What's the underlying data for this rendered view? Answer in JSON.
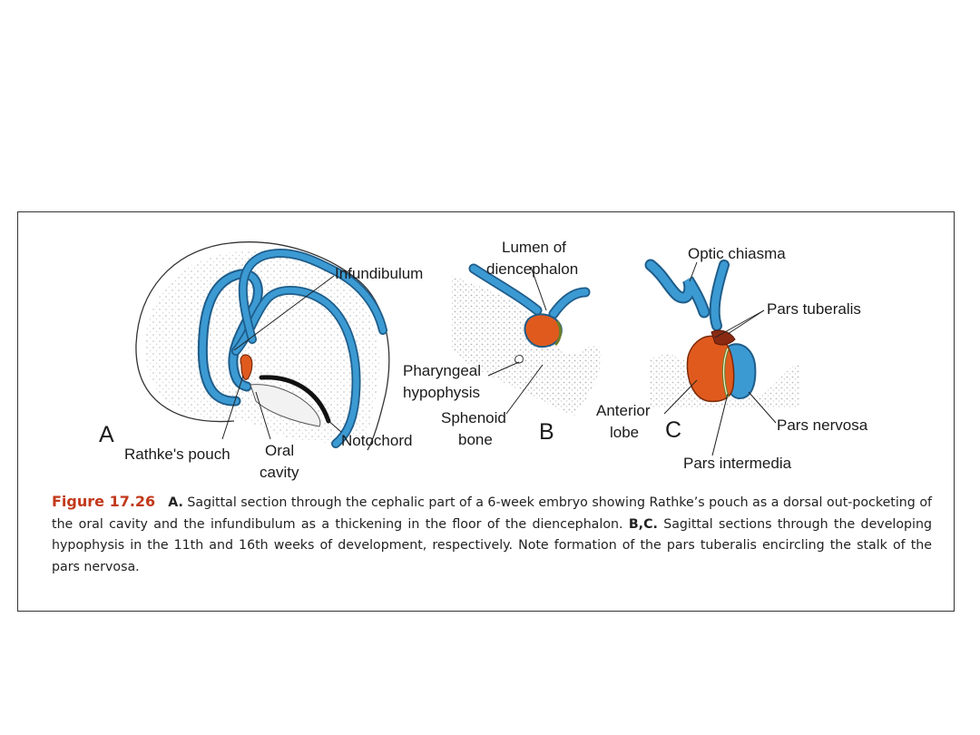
{
  "figure": {
    "labels": {
      "infundibulum": "Infundibulum",
      "rathkes_pouch": "Rathke's pouch",
      "oral_cavity_1": "Oral",
      "oral_cavity_2": "cavity",
      "notochord": "Notochord",
      "lumen_1": "Lumen of",
      "lumen_2": "diencephalon",
      "pharyngeal_1": "Pharyngeal",
      "pharyngeal_2": "hypophysis",
      "sphenoid_1": "Sphenoid",
      "sphenoid_2": "bone",
      "optic_chiasma": "Optic chiasma",
      "pars_tuberalis": "Pars tuberalis",
      "anterior_1": "Anterior",
      "anterior_2": "lobe",
      "pars_nervosa": "Pars nervosa",
      "pars_intermedia": "Pars intermedia"
    },
    "panel_letters": {
      "a": "A",
      "b": "B",
      "c": "C"
    },
    "colors": {
      "neural_blue": "#3c9ad3",
      "neural_outline": "#1e5d8a",
      "anterior_orange": "#e05a1e",
      "pars_tuberalis_brown": "#8a2a12",
      "intermedia_green": "#6b7d2a",
      "caption_red": "#c2391b"
    }
  },
  "caption": {
    "figure_number": "Figure 17.26",
    "bold_a": "A.",
    "text_a": " Sagittal section through the cephalic part of a 6-week embryo showing Rathke’s pouch as a dorsal out-pocketing of the oral cavity and the infundibulum as a thickening in the floor of the diencephalon. ",
    "bold_bc": "B,C.",
    "text_bc": " Sagittal sections through the developing hypophysis in the 11th and 16th weeks of development, respectively. Note formation of the pars tuberalis encircling the stalk of the pars nervosa."
  }
}
